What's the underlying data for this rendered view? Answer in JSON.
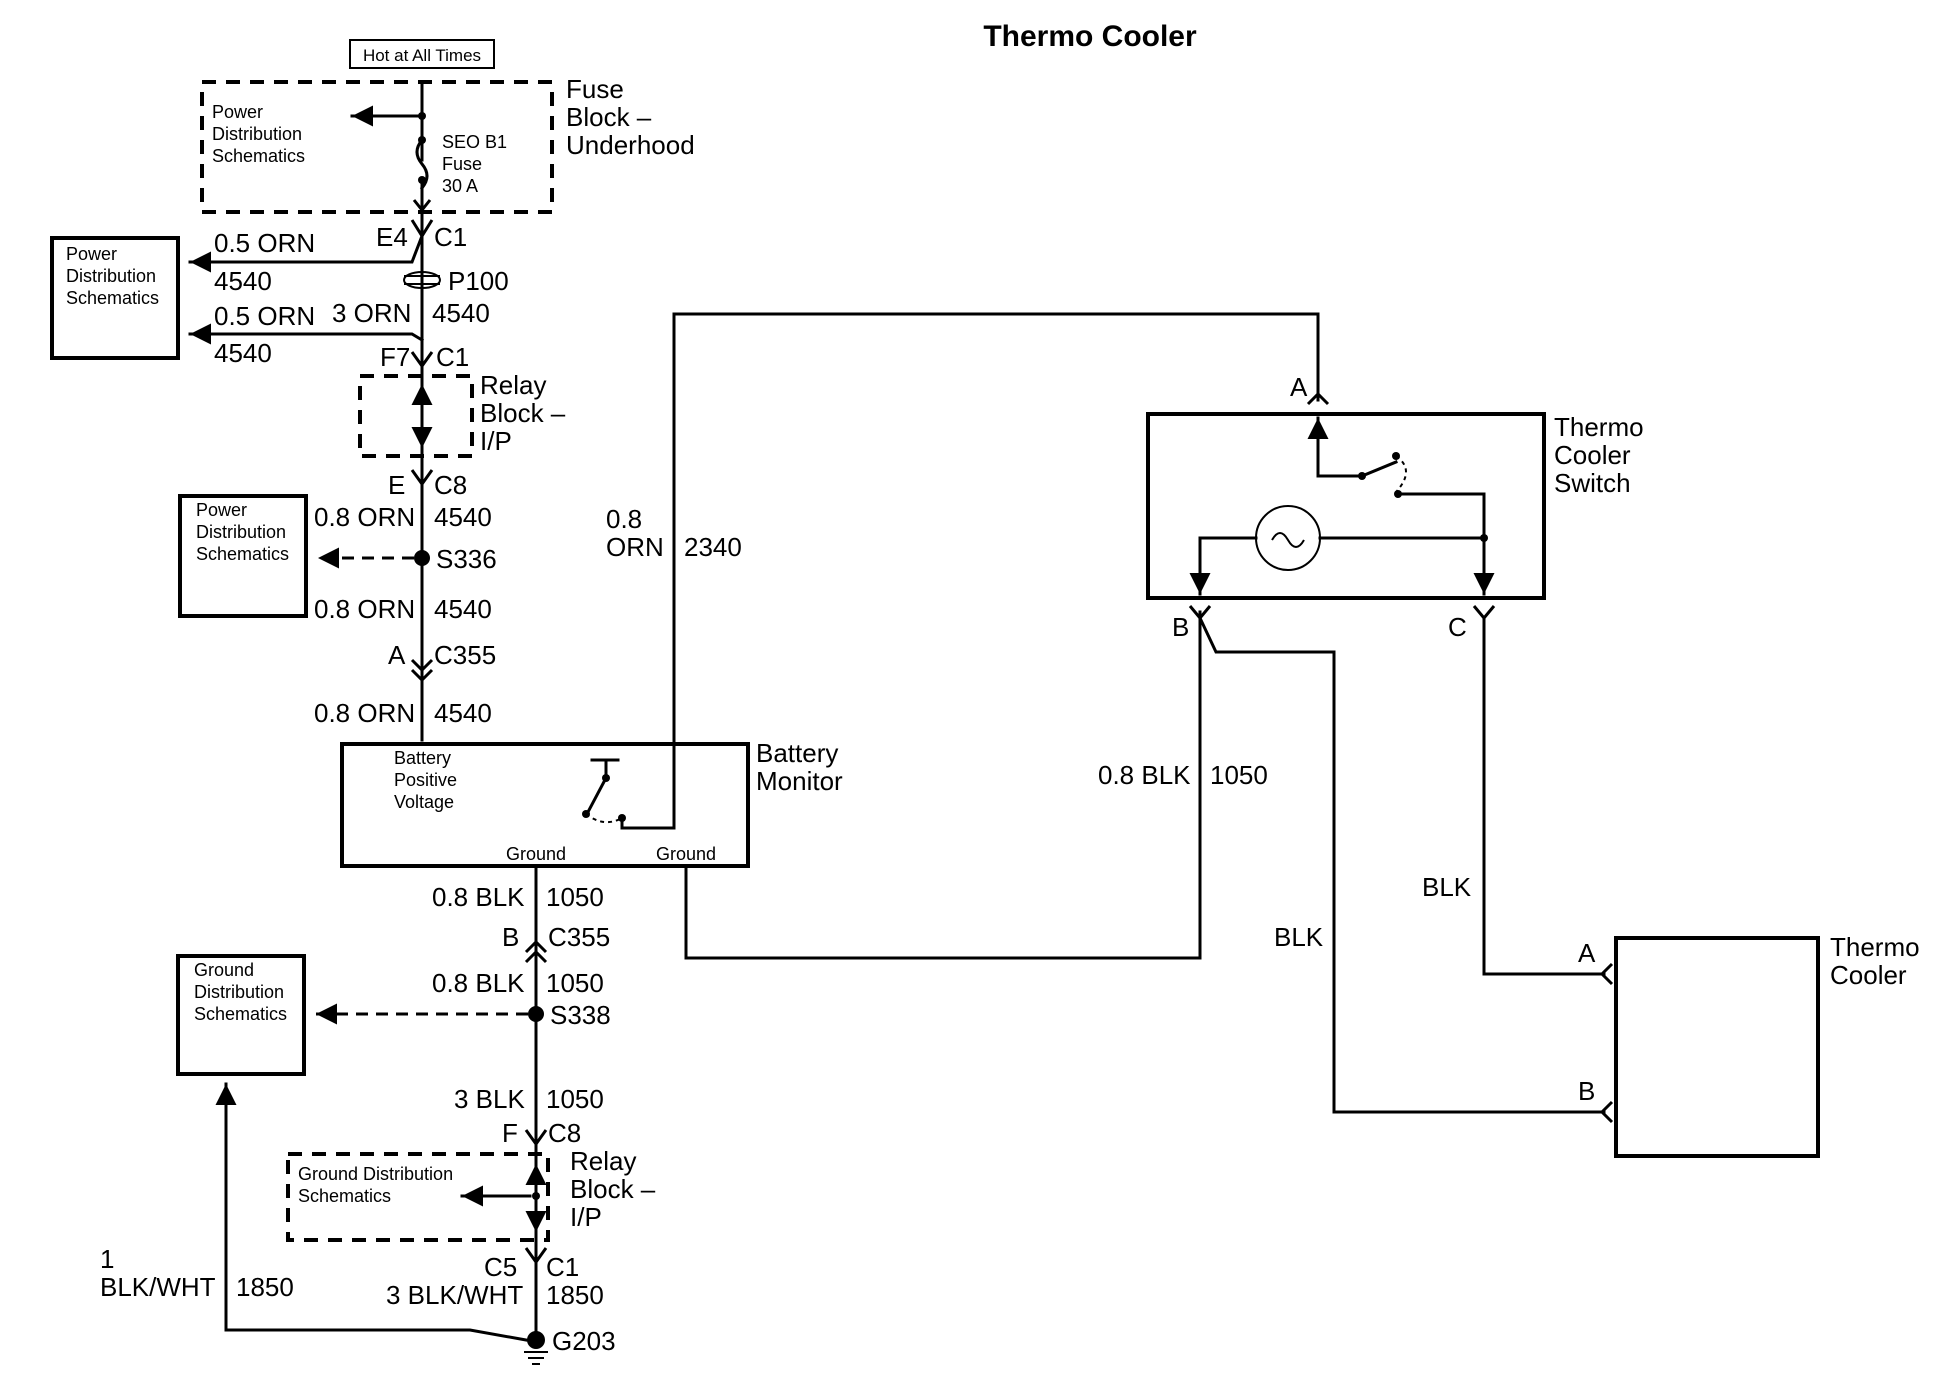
{
  "title": "Thermo Cooler",
  "power_source": {
    "hot_label": "Hot at All Times",
    "fuse_block_label": [
      "Fuse",
      "Block –",
      "Underhood"
    ],
    "pds_inside": [
      "Power",
      "Distribution",
      "Schematics"
    ],
    "fuse_label": [
      "SEO B1",
      "Fuse",
      "30 A"
    ]
  },
  "pds_box_1": [
    "Power",
    "Distribution",
    "Schematics"
  ],
  "pds_box_2": [
    "Power",
    "Distribution",
    "Schematics"
  ],
  "gds_box": [
    "Ground",
    "Distribution",
    "Schematics"
  ],
  "connectors": {
    "e4": "E4",
    "c1_top": "C1",
    "p100": "P100",
    "f7": "F7",
    "c1_f7": "C1",
    "e": "E",
    "c8_top": "C8",
    "s336": "S336",
    "a_c355": "A",
    "c355_top": "C355",
    "b_c355": "B",
    "c355_bot": "C355",
    "s338": "S338",
    "f_c8": "F",
    "c8_bot": "C8",
    "c5": "C5",
    "c1_bot": "C1",
    "g203": "G203"
  },
  "wires": {
    "w1_size": "0.5 ORN",
    "w1_num": "4540",
    "w2_size": "0.5 ORN",
    "w2_num": "4540",
    "w3_size": "3 ORN",
    "w3_num": "4540",
    "w4_size": "0.8 ORN",
    "w4_num": "4540",
    "w5_size": "0.8 ORN",
    "w5_num": "4540",
    "w6_size": "0.8 ORN",
    "w6_num": "4540",
    "w7_size_a": "0.8",
    "w7_size_b": "ORN",
    "w7_num": "2340",
    "w8_size": "0.8 BLK",
    "w8_num": "1050",
    "w9_size": "0.8 BLK",
    "w9_num": "1050",
    "w10_size": "3 BLK",
    "w10_num": "1050",
    "w11_size": "3 BLK/WHT",
    "w11_num": "1850",
    "w12_size_a": "1",
    "w12_size_b": "BLK/WHT",
    "w12_num": "1850",
    "w13_size": "0.8 BLK",
    "w13_num": "1050",
    "w14": "BLK",
    "w15": "BLK"
  },
  "relay_block_top": [
    "Relay",
    "Block –",
    "I/P"
  ],
  "relay_block_bot": [
    "Relay",
    "Block –",
    "I/P"
  ],
  "gds_inside": [
    "Ground Distribution",
    "Schematics"
  ],
  "battery_monitor": {
    "label": [
      "Battery",
      "Monitor"
    ],
    "bpv": [
      "Battery",
      "Positive",
      "Voltage"
    ],
    "ground_1": "Ground",
    "ground_2": "Ground"
  },
  "thermo_switch": {
    "label": [
      "Thermo",
      "Cooler",
      "Switch"
    ],
    "pin_a": "A",
    "pin_b": "B",
    "pin_c": "C"
  },
  "thermo_cooler": {
    "label": [
      "Thermo",
      "Cooler"
    ],
    "pin_a": "A",
    "pin_b": "B"
  }
}
